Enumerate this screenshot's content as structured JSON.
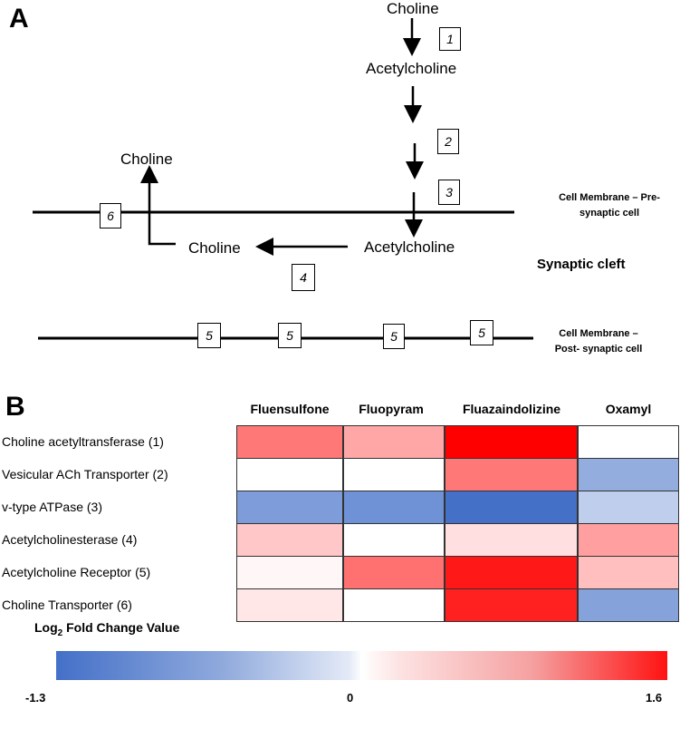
{
  "panel_a": {
    "letter": "A",
    "molecules": {
      "choline_top": "Choline",
      "acetylcholine_top": "Acetylcholine",
      "choline_left_top": "Choline",
      "choline_cleft": "Choline",
      "acetylcholine_cleft": "Acetylcholine"
    },
    "step_boxes": [
      "1",
      "2",
      "3",
      "4",
      "5",
      "5",
      "5",
      "5",
      "6"
    ],
    "presynaptic_label_line1": "Cell Membrane – Pre-",
    "presynaptic_label_line2": "synaptic cell",
    "cleft_label": "Synaptic cleft",
    "postsynaptic_label_line1": "Cell Membrane –",
    "postsynaptic_label_line2": "Post- synaptic cell"
  },
  "panel_b": {
    "letter": "B",
    "legend_title_prefix": "Log",
    "legend_title_sub": "2",
    "legend_title_suffix": " Fold Change Value",
    "legend_ticks": [
      "-1.3",
      "0",
      "1.6"
    ],
    "scale": {
      "min": -1.3,
      "max": 1.6,
      "low_color": "#4470c8",
      "mid_color": "#ffffff",
      "high_color": "#ff0000"
    }
  },
  "chart_data": {
    "type": "heatmap",
    "columns": [
      "Fluensulfone",
      "Fluopyram",
      "Fluazaindolizine",
      "Oxamyl"
    ],
    "rows": [
      "Choline acetyltransferase (1)",
      "Vesicular ACh Transporter (2)",
      "v-type ATPase (3)",
      "Acetylcholinesterase (4)",
      "Acetylcholine Receptor (5)",
      "Choline Transporter (6)"
    ],
    "values": [
      [
        0.85,
        0.55,
        1.6,
        0.0
      ],
      [
        0.0,
        0.0,
        0.85,
        -0.75
      ],
      [
        -0.9,
        -1.0,
        -1.3,
        -0.45
      ],
      [
        0.35,
        0.0,
        0.2,
        0.6
      ],
      [
        0.05,
        0.9,
        1.45,
        0.4
      ],
      [
        0.15,
        0.0,
        1.4,
        -0.85
      ]
    ],
    "colorbar": {
      "min": -1.3,
      "max": 1.6,
      "ticks": [
        "-1.3",
        "0",
        "1.6"
      ]
    }
  }
}
